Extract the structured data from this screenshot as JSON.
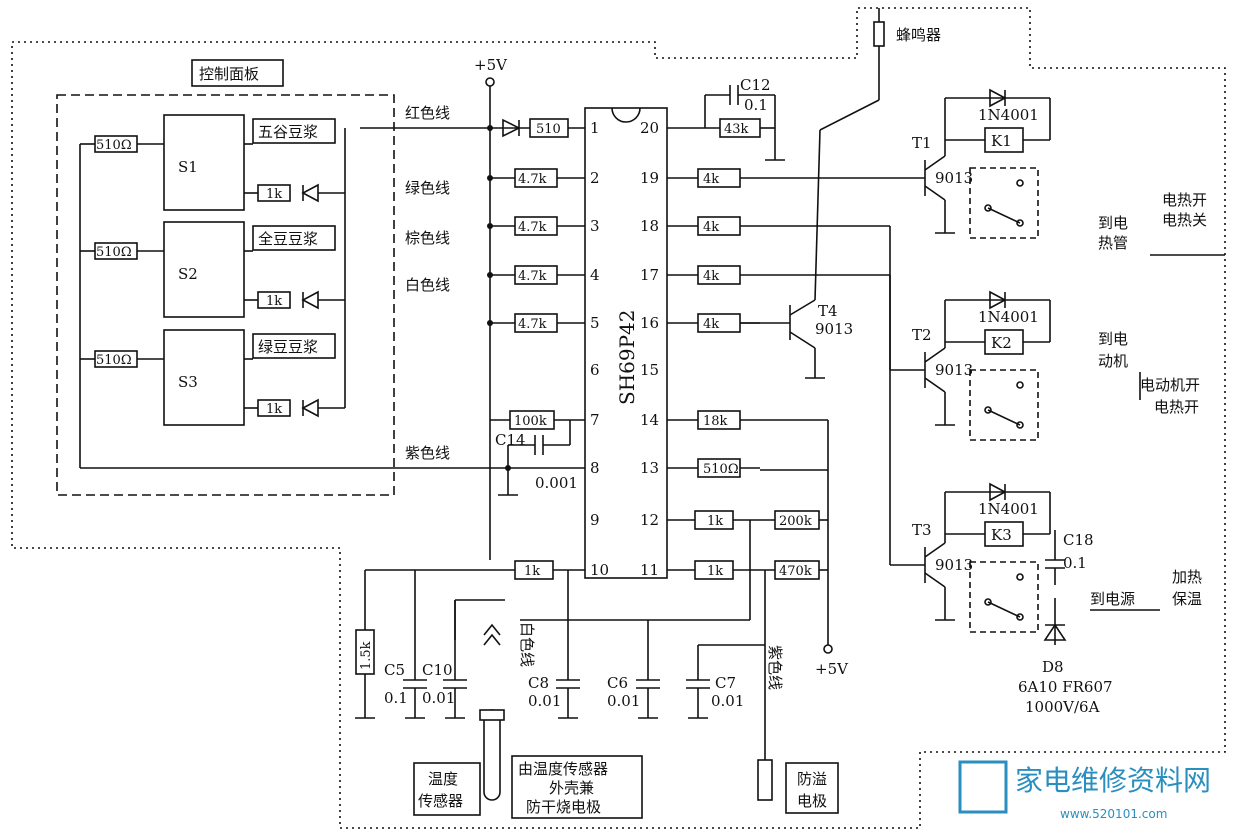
{
  "panel_title": "控制面板",
  "supply_top": "+5V",
  "supply_right": "+5V",
  "buzzer": "蜂鸣器",
  "ic": {
    "name": "SH69P42",
    "left_pins": [
      "1",
      "2",
      "3",
      "4",
      "5",
      "6",
      "7",
      "8",
      "9",
      "10"
    ],
    "right_pins": [
      "20",
      "19",
      "18",
      "17",
      "16",
      "15",
      "14",
      "13",
      "12",
      "11"
    ]
  },
  "switches": [
    "S1",
    "S2",
    "S3"
  ],
  "switch_labels": [
    "五谷豆浆",
    "全豆豆浆",
    "绿豆豆浆"
  ],
  "wires": [
    "红色线",
    "绿色线",
    "棕色线",
    "白色线",
    "紫色线"
  ],
  "resistors": {
    "r510_panel": "510Ω",
    "r1k_led": "1k",
    "r510_red": "510",
    "r47k": "4.7k",
    "r100k": "100k",
    "r43k": "43k",
    "r4k": "4k",
    "r18k": "18k",
    "r510_13": "510Ω",
    "r1k_12": "1k",
    "r200k": "200k",
    "r1k_11": "1k",
    "r470k": "470k",
    "r1k_10": "1k",
    "r15k": "1.5k"
  },
  "caps": {
    "c12": "C12",
    "c12v": "0.1",
    "c14": "C14",
    "c14v": "0.001",
    "c5": "C5",
    "c5v": "0.1",
    "c10": "C10",
    "c10v": "0.01",
    "c8": "C8",
    "c8v": "0.01",
    "c6": "C6",
    "c6v": "0.01",
    "c7": "C7",
    "c7v": "0.01",
    "c18": "C18",
    "c18v": "0.1"
  },
  "transistors": {
    "t1": "T1",
    "t2": "T2",
    "t3": "T3",
    "t4": "T4",
    "type": "9013"
  },
  "relays": [
    "K1",
    "K2",
    "K3"
  ],
  "diode": "1N4001",
  "d8": {
    "name": "D8",
    "l1": "6A10 FR607",
    "l2": "1000V/6A"
  },
  "right_labels": {
    "heat_on": "电热开",
    "heat_off": "电热关",
    "to_heater1": "到电",
    "to_heater2": "热管",
    "to_motor1": "到电",
    "to_motor2": "动机",
    "motor_on": "电动机开",
    "heat_on2": "电热开",
    "to_power": "到电源",
    "heat": "加热",
    "keep_warm": "保温"
  },
  "bottom_labels": {
    "white_wire": "白色线",
    "purple_wire": "紫色线",
    "temp1": "温度",
    "temp2": "传感器",
    "shell1": "由温度传感器",
    "shell2": "外壳兼",
    "shell3": "防干烧电极",
    "anti1": "防溢",
    "anti2": "电极"
  },
  "watermark": {
    "site": "www.520101.com",
    "brand": "家电维修资料网",
    "logo_main": "家电维修资料网",
    "logo_sub": "www.520101.com"
  }
}
